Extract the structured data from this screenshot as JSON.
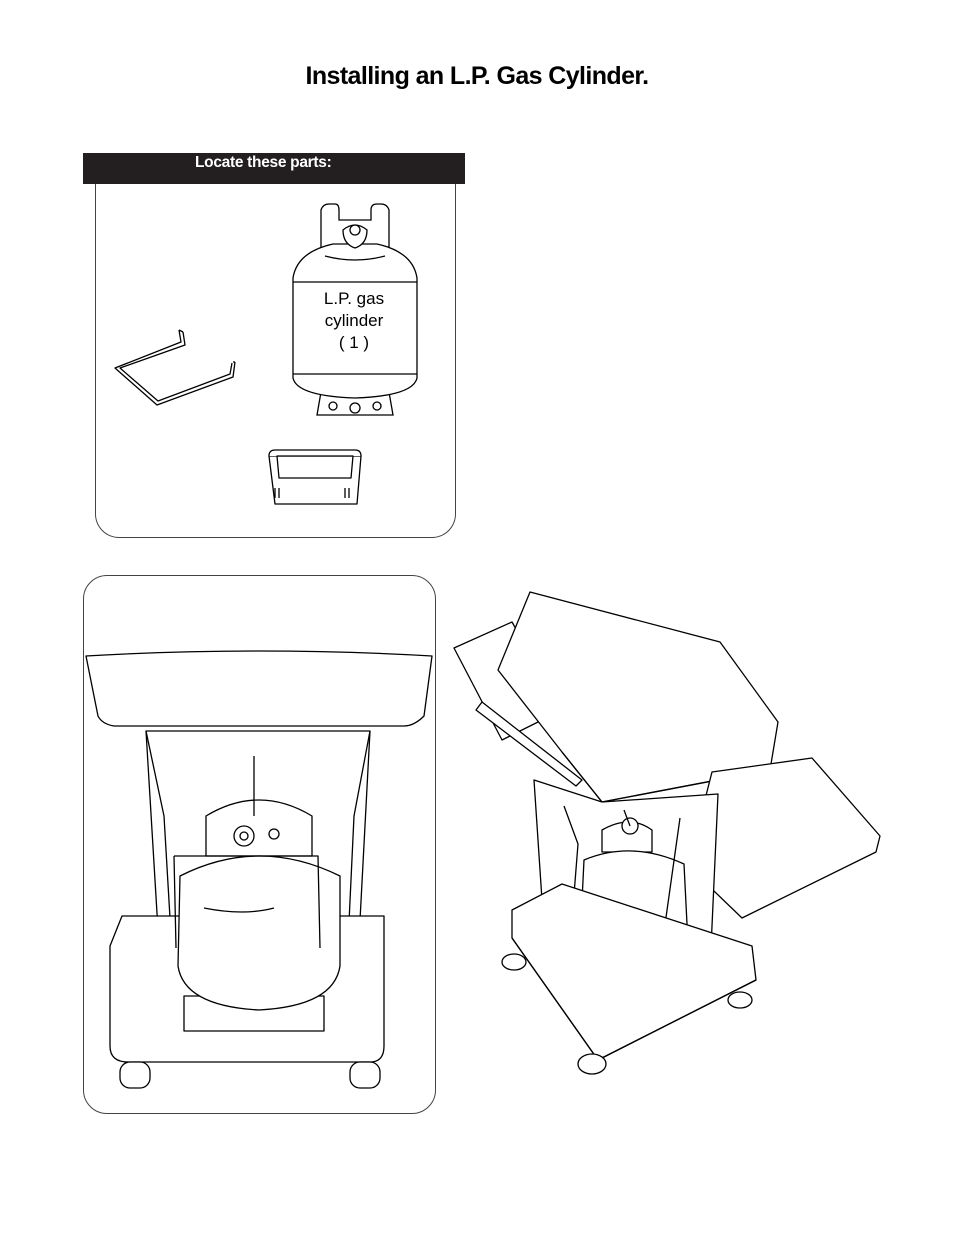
{
  "page": {
    "title": "Installing an L.P. Gas Cylinder."
  },
  "parts_box": {
    "header": "Locate these parts:",
    "items": [
      {
        "name": "cylinder-retaining-wire"
      },
      {
        "name": "lp-gas-cylinder",
        "label_lines": [
          "L.P. gas",
          "cylinder",
          "( 1 )"
        ]
      },
      {
        "name": "drip-cup"
      }
    ]
  },
  "illustrations": [
    {
      "name": "rear-view-cylinder-installed"
    },
    {
      "name": "perspective-view-grill-with-cylinder"
    }
  ]
}
